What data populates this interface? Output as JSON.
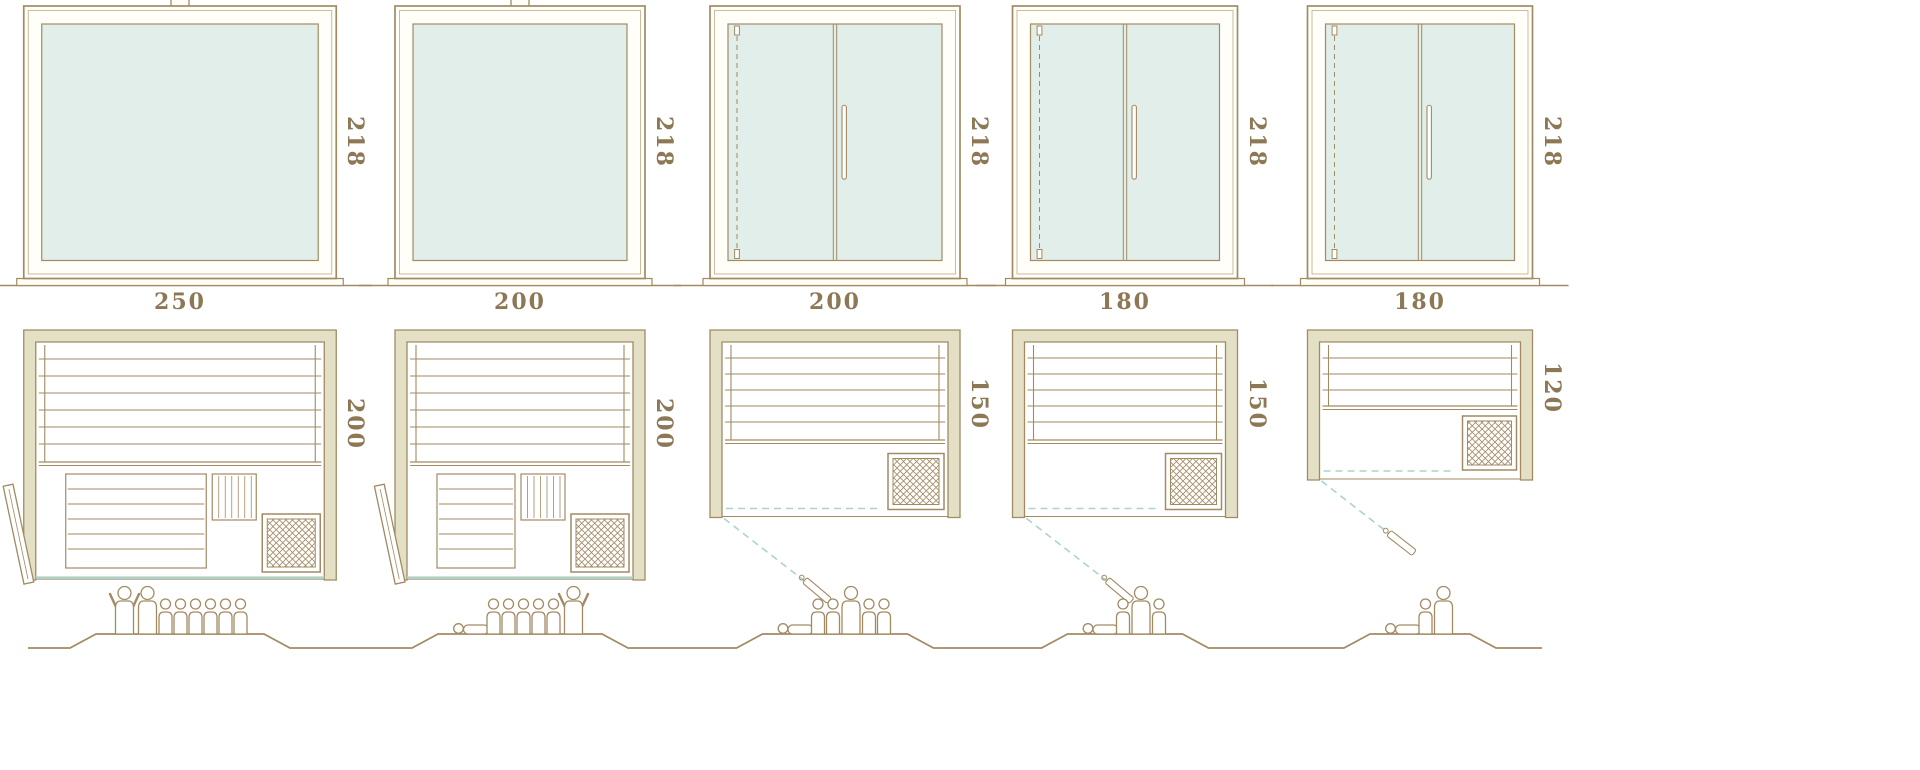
{
  "diagram": {
    "type": "sauna-size-comparison",
    "rows": [
      "front-elevation",
      "floor-plan",
      "capacity-figures"
    ],
    "units": "cm"
  },
  "colors": {
    "line": "#a28a63",
    "line_soft": "#c7b494",
    "frame_fill": "#fffef9",
    "glass": "#e2eeea",
    "wall_fill": "#e3e0c6",
    "aqua": "#aed3cc",
    "label_text": "#8d7856",
    "background": "#ffffff"
  },
  "models": [
    {
      "name": "model-250x200",
      "front": {
        "width_cm": 250,
        "height_cm": 218,
        "doors": false,
        "roof_vent": true
      },
      "plan": {
        "width_cm": 250,
        "depth_cm": 200,
        "layout": "large",
        "heater": "front-right",
        "door": "hinged-open-left"
      },
      "labels": {
        "width": "250",
        "height": "218",
        "depth": "200"
      },
      "capacity": 8,
      "people": [
        "adult-arms-up",
        "adult",
        "kid",
        "kid",
        "kid",
        "kid",
        "kid",
        "kid"
      ]
    },
    {
      "name": "model-200x200",
      "front": {
        "width_cm": 200,
        "height_cm": 218,
        "doors": false,
        "roof_vent": true
      },
      "plan": {
        "width_cm": 200,
        "depth_cm": 200,
        "layout": "large",
        "heater": "front-right",
        "door": "hinged-open-left"
      },
      "labels": {
        "width": "200",
        "height": "218",
        "depth": "200"
      },
      "capacity": 7,
      "people": [
        "lounger",
        "kid",
        "kid",
        "kid",
        "kid",
        "kid",
        "adult-arms-up"
      ]
    },
    {
      "name": "model-200x150",
      "front": {
        "width_cm": 200,
        "height_cm": 218,
        "doors": true,
        "roof_vent": false
      },
      "plan": {
        "width_cm": 200,
        "depth_cm": 150,
        "layout": "medium",
        "heater": "front-right",
        "door": "glass-swing-front-left"
      },
      "labels": {
        "width": "200",
        "height": "218",
        "depth": "150"
      },
      "capacity": 6,
      "people": [
        "lounger",
        "kid",
        "kid",
        "adult",
        "kid",
        "kid"
      ]
    },
    {
      "name": "model-180x150",
      "front": {
        "width_cm": 180,
        "height_cm": 218,
        "doors": true,
        "roof_vent": false
      },
      "plan": {
        "width_cm": 180,
        "depth_cm": 150,
        "layout": "medium",
        "heater": "front-right",
        "door": "glass-swing-front-left"
      },
      "labels": {
        "width": "180",
        "height": "218",
        "depth": "150"
      },
      "capacity": 4,
      "people": [
        "lounger",
        "kid",
        "adult",
        "kid"
      ]
    },
    {
      "name": "model-180x120",
      "front": {
        "width_cm": 180,
        "height_cm": 218,
        "doors": true,
        "roof_vent": false
      },
      "plan": {
        "width_cm": 180,
        "depth_cm": 120,
        "layout": "small",
        "heater": "right",
        "door": "glass-swing-front-left"
      },
      "labels": {
        "width": "180",
        "height": "218",
        "depth": "120"
      },
      "capacity": 3,
      "people": [
        "lounger",
        "kid",
        "adult"
      ]
    }
  ]
}
